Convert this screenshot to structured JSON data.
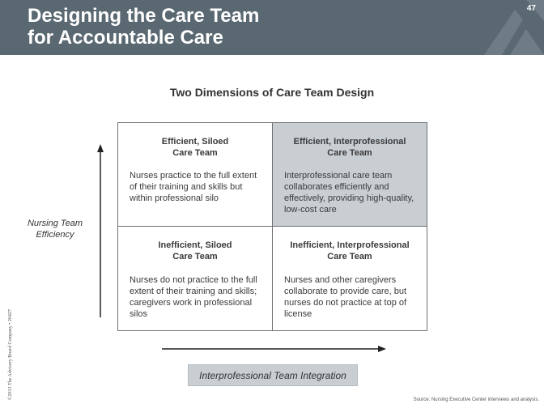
{
  "header": {
    "title_line1": "Designing the Care Team",
    "title_line2": "for Accountable Care",
    "slide_number": "47"
  },
  "matrix": {
    "title": "Two Dimensions of Care Team Design",
    "y_axis_label": "Nursing Team Efficiency",
    "x_axis_label": "Interprofessional Team Integration",
    "cells": {
      "top_left": {
        "heading_line1": "Efficient, Siloed",
        "heading_line2": "Care Team",
        "body": "Nurses practice to the full extent of their training and skills but within professional silo"
      },
      "top_right": {
        "heading_line1": "Efficient, Interprofessional",
        "heading_line2": "Care Team",
        "body": "Interprofessional care team collaborates efficiently and effectively, providing high-quality, low-cost care"
      },
      "bottom_left": {
        "heading_line1": "Inefficient, Siloed",
        "heading_line2": "Care Team",
        "body": "Nurses do not practice to the full extent of their training and skills; caregivers work in professional silos"
      },
      "bottom_right": {
        "heading_line1": "Inefficient, Interprofessional",
        "heading_line2": "Care Team",
        "body": "Nurses and other caregivers collaborate to provide care, but nurses do not practice at top of license"
      }
    }
  },
  "footer": {
    "copyright": "©2013 The Advisory Board Company • 26427",
    "source": "Source: Nursing Executive Center interviews and analysis."
  },
  "colors": {
    "banner": "#5a6872",
    "highlight_cell": "#c9ced2",
    "logo": "#7d8891"
  }
}
